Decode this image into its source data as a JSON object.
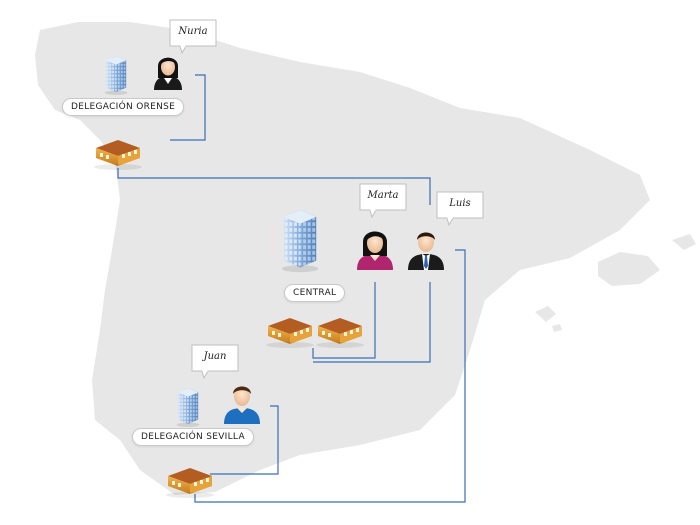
{
  "people": {
    "nuria": "Nuria",
    "marta": "Marta",
    "luis": "Luis",
    "juan": "Juan"
  },
  "offices": {
    "orense": "DELEGACIÓN ORENSE",
    "central": "CENTRAL",
    "sevilla": "DELEGACIÓN SEVILLA"
  },
  "colors": {
    "map": "#e6e6e6",
    "connector": "#3a6fb5",
    "building": "#6fa0d6",
    "warehouse_wall": "#d9932c",
    "warehouse_roof": "#a8541f"
  }
}
